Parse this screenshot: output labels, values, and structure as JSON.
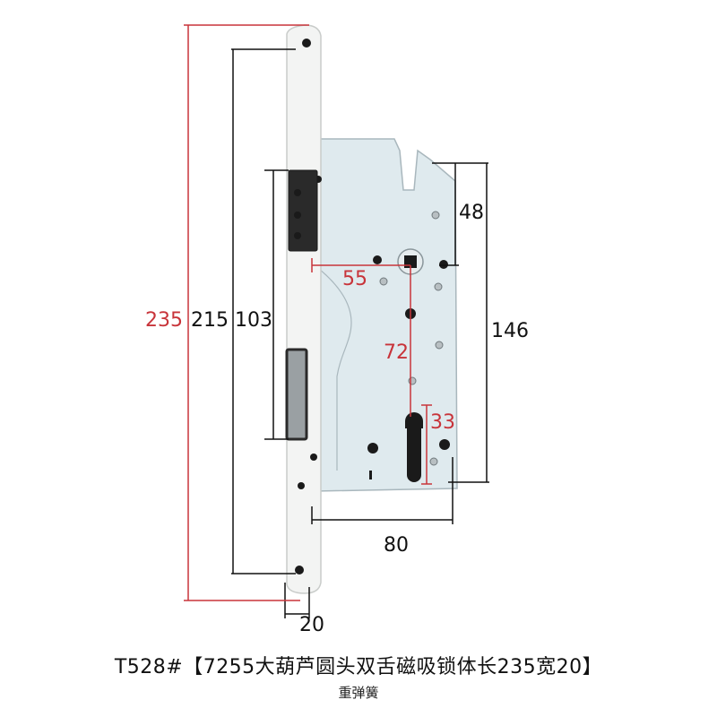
{
  "colors": {
    "plate": "#f3f4f3",
    "plate_edge": "#c9ccca",
    "case": "#dfeaee",
    "case_edge": "#a9b7bd",
    "dim_black": "#111111",
    "dim_red": "#c8343a",
    "hole": "#1a1a1a"
  },
  "dimensions": {
    "total_height": "235",
    "body_height": "215",
    "bolt_span": "103",
    "upper_offset": "48",
    "case_height": "146",
    "backset": "55",
    "center_distance": "72",
    "cylinder_offset": "33",
    "case_depth": "80",
    "faceplate_width": "20"
  },
  "caption": {
    "title": "T528#【7255大葫芦圆头双舌磁吸锁体长235宽20】",
    "subtitle": "重弹簧"
  }
}
